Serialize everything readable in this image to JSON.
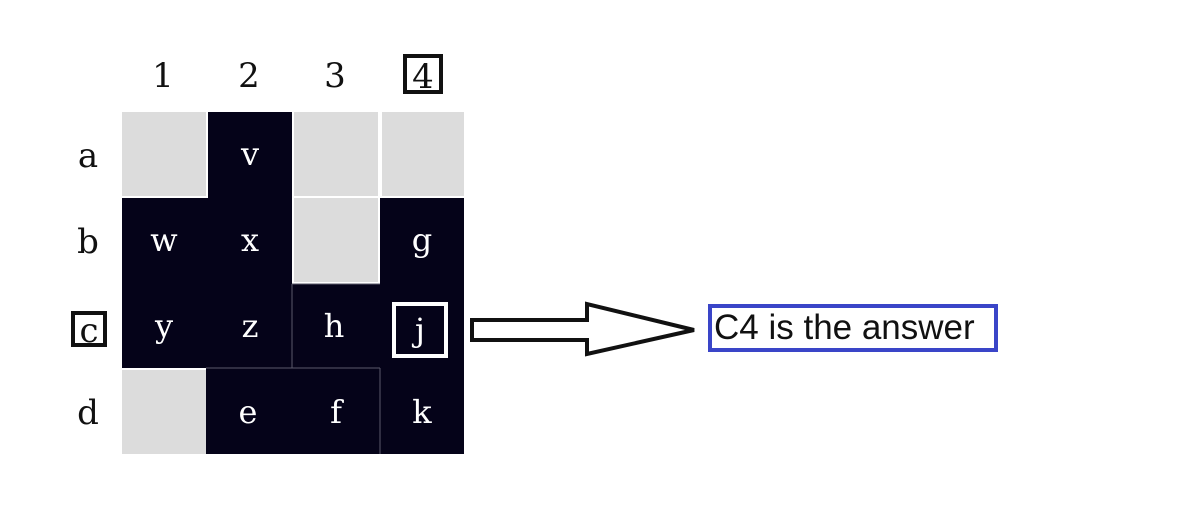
{
  "columns": [
    "1",
    "2",
    "3",
    "4"
  ],
  "rows": [
    "a",
    "b",
    "c",
    "d"
  ],
  "highlighted_column": "4",
  "highlighted_row": "c",
  "cells": {
    "a1": "",
    "a2": "v",
    "a3": "",
    "a4": "",
    "b1": "w",
    "b2": "x",
    "b3": "",
    "b4": "g",
    "c1": "y",
    "c2": "z",
    "c3": "h",
    "c4": "j",
    "d1": "",
    "d2": "e",
    "d3": "f",
    "d4": "k"
  },
  "answer": {
    "text": "C4 is the answer"
  },
  "colors": {
    "filled": "#050319",
    "empty": "#dcdcdc",
    "answer_border": "#3a45c8"
  }
}
